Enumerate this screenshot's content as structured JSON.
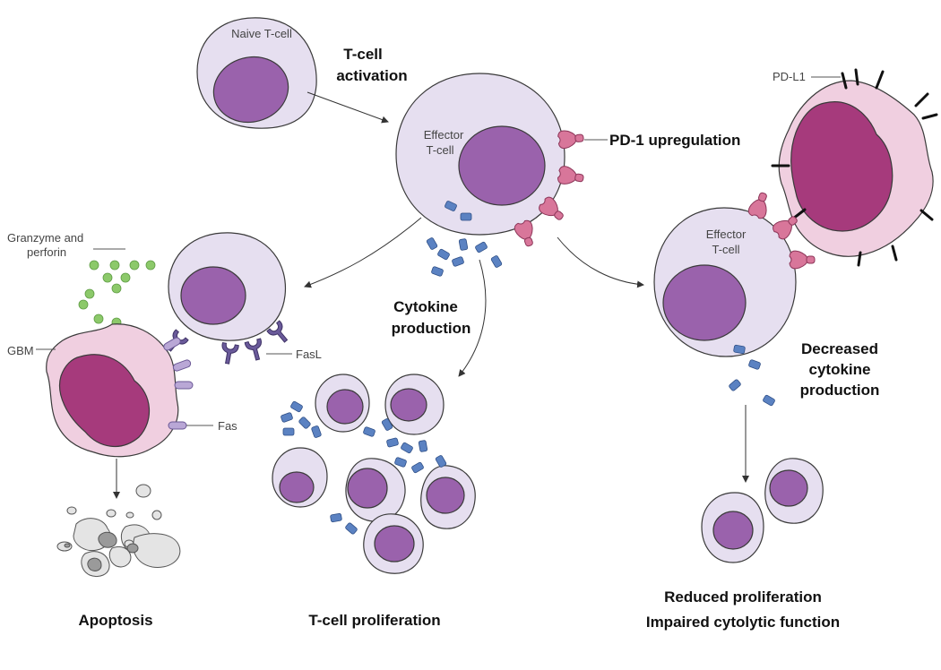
{
  "labels": {
    "naive_tcell": "Naive T-cell",
    "tcell_activation_1": "T-cell",
    "tcell_activation_2": "activation",
    "effector_1": "Effector",
    "effector_2": "T-cell",
    "pd1_upregulation": "PD-1 upregulation",
    "pdl1": "PD-L1",
    "granzyme_1": "Granzyme and",
    "granzyme_2": "perforin",
    "gbm": "GBM",
    "fasl": "FasL",
    "fas": "Fas",
    "cytokine_1": "Cytokine",
    "cytokine_2": "production",
    "effector2_1": "Effector",
    "effector2_2": "T-cell",
    "decreased_1": "Decreased",
    "decreased_2": "cytokine",
    "decreased_3": "production",
    "apoptosis": "Apoptosis",
    "proliferation": "T-cell proliferation",
    "reduced_proliferation": "Reduced proliferation",
    "impaired": "Impaired cytolytic function"
  },
  "colors": {
    "tcell_membrane": "#e6dff0",
    "tcell_nucleus": "#9a62ac",
    "gbm_membrane": "#f0cfe0",
    "gbm_nucleus": "#a63a7c",
    "cytokine": "#5b82c2",
    "granzyme": "#8cc96a",
    "pd1": "#d8769a",
    "fas": "#b9a7d6",
    "fasl": "#6a5a9a"
  }
}
